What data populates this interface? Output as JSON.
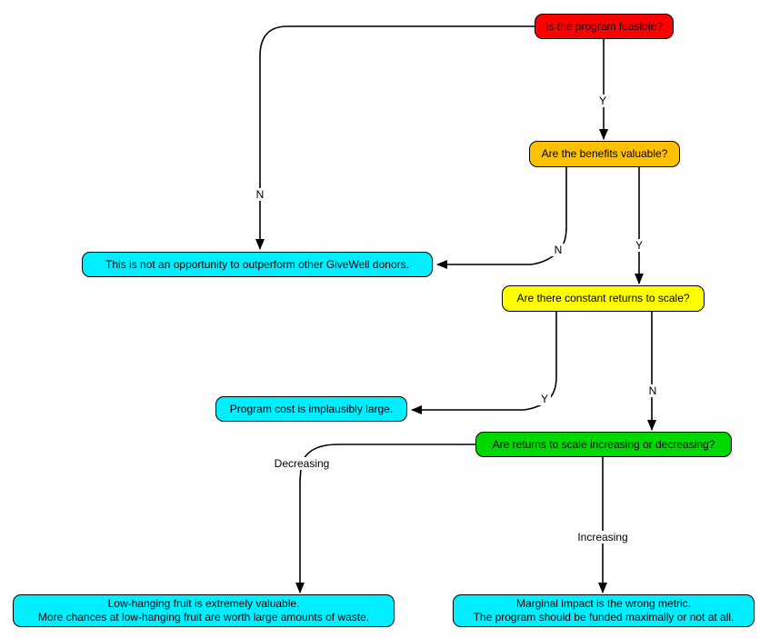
{
  "colors": {
    "decision_red": "#ff0000",
    "decision_orange": "#ffc000",
    "decision_yellow": "#ffff00",
    "decision_green": "#00d900",
    "conclusion_cyan": "#00eeff",
    "border": "#000000",
    "background": "#ffffff"
  },
  "nodes": {
    "feasible": {
      "type": "decision",
      "label": "Is the program feasible?",
      "fill": "#ff0000"
    },
    "benefits": {
      "type": "decision",
      "label": "Are the benefits valuable?",
      "fill": "#ffc000"
    },
    "constant_returns": {
      "type": "decision",
      "label": "Are there constant returns to scale?",
      "fill": "#ffff00"
    },
    "returns_direction": {
      "type": "decision",
      "label": "Are returns to scale increasing or decreasing?",
      "fill": "#00d900"
    },
    "not_opportunity": {
      "type": "conclusion",
      "label": "This is not an opportunity to outperform other GiveWell donors.",
      "fill": "#00eeff"
    },
    "cost_implausible": {
      "type": "conclusion",
      "label": "Program cost is implausibly large.",
      "fill": "#00eeff"
    },
    "low_hanging": {
      "type": "conclusion",
      "line1": "Low-hanging fruit is extremely valuable.",
      "line2": "More chances at low-hanging fruit are worth large amounts of waste.",
      "fill": "#00eeff"
    },
    "marginal_impact": {
      "type": "conclusion",
      "line1": "Marginal impact is the wrong metric.",
      "line2": "The program should be funded maximally or not at all.",
      "fill": "#00eeff"
    }
  },
  "edges": [
    {
      "from": "feasible",
      "to": "not_opportunity",
      "label": "N"
    },
    {
      "from": "feasible",
      "to": "benefits",
      "label": "Y"
    },
    {
      "from": "benefits",
      "to": "not_opportunity",
      "label": "N"
    },
    {
      "from": "benefits",
      "to": "constant_returns",
      "label": "Y"
    },
    {
      "from": "constant_returns",
      "to": "cost_implausible",
      "label": "Y"
    },
    {
      "from": "constant_returns",
      "to": "returns_direction",
      "label": "N"
    },
    {
      "from": "returns_direction",
      "to": "low_hanging",
      "label": "Decreasing"
    },
    {
      "from": "returns_direction",
      "to": "marginal_impact",
      "label": "Increasing"
    }
  ]
}
